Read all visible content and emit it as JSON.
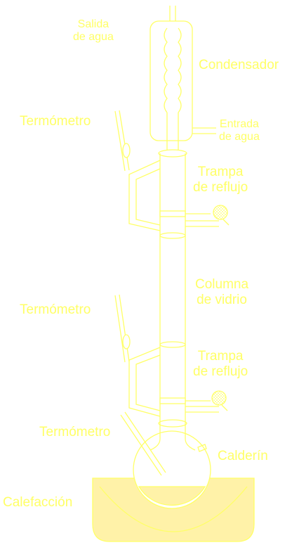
{
  "labels": {
    "salida": [
      "Salida",
      "de agua"
    ],
    "condensador": "Condensador",
    "entrada": [
      "Entrada",
      "de agua"
    ],
    "termometro_1": "Termómetro",
    "trampa_1": [
      "Trampa",
      "de reflujo"
    ],
    "columna": [
      "Columna",
      "de vidrio"
    ],
    "termometro_2": "Termómetro",
    "trampa_2": [
      "Trampa",
      "de reflujo"
    ],
    "termometro_3": "Termómetro",
    "calderin": "Calderín",
    "calefaccion": "Calefacción"
  },
  "colors": {
    "line": "#ffff66",
    "fill": "#fff2a8",
    "background": "#ffffff"
  }
}
